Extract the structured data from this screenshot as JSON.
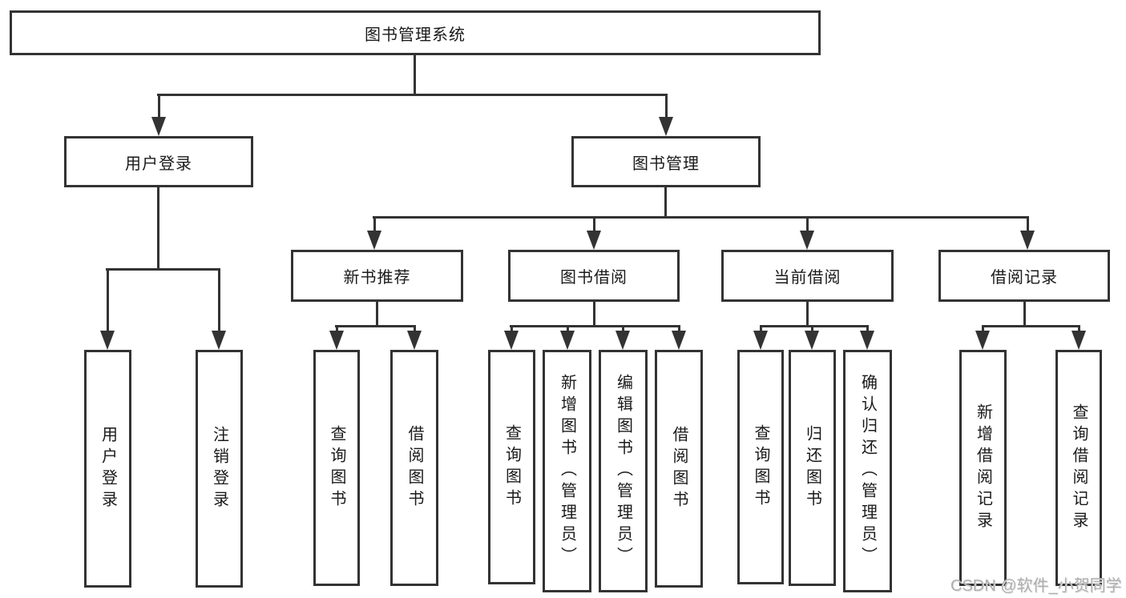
{
  "diagram": {
    "root": "图书管理系统",
    "level1": [
      "用户登录",
      "图书管理"
    ],
    "level2": [
      "新书推荐",
      "图书借阅",
      "当前借阅",
      "借阅记录"
    ],
    "leaves_user": [
      "用户登录",
      "注销登录"
    ],
    "leaves_recommend": [
      "查询图书",
      "借阅图书"
    ],
    "leaves_borrow": [
      "查询图书",
      "新增图书（管理员）",
      "编辑图书（管理员）",
      "借阅图书"
    ],
    "leaves_current": [
      "查询图书",
      "归还图书",
      "确认归还（管理员）"
    ],
    "leaves_records": [
      "新增借阅记录",
      "查询借阅记录"
    ]
  },
  "watermark": "CSDN @软件_小贺同学",
  "colors": {
    "line": "#333333",
    "text": "#1a1a1a",
    "background": "#ffffff",
    "watermark": "#b0b0b0"
  }
}
